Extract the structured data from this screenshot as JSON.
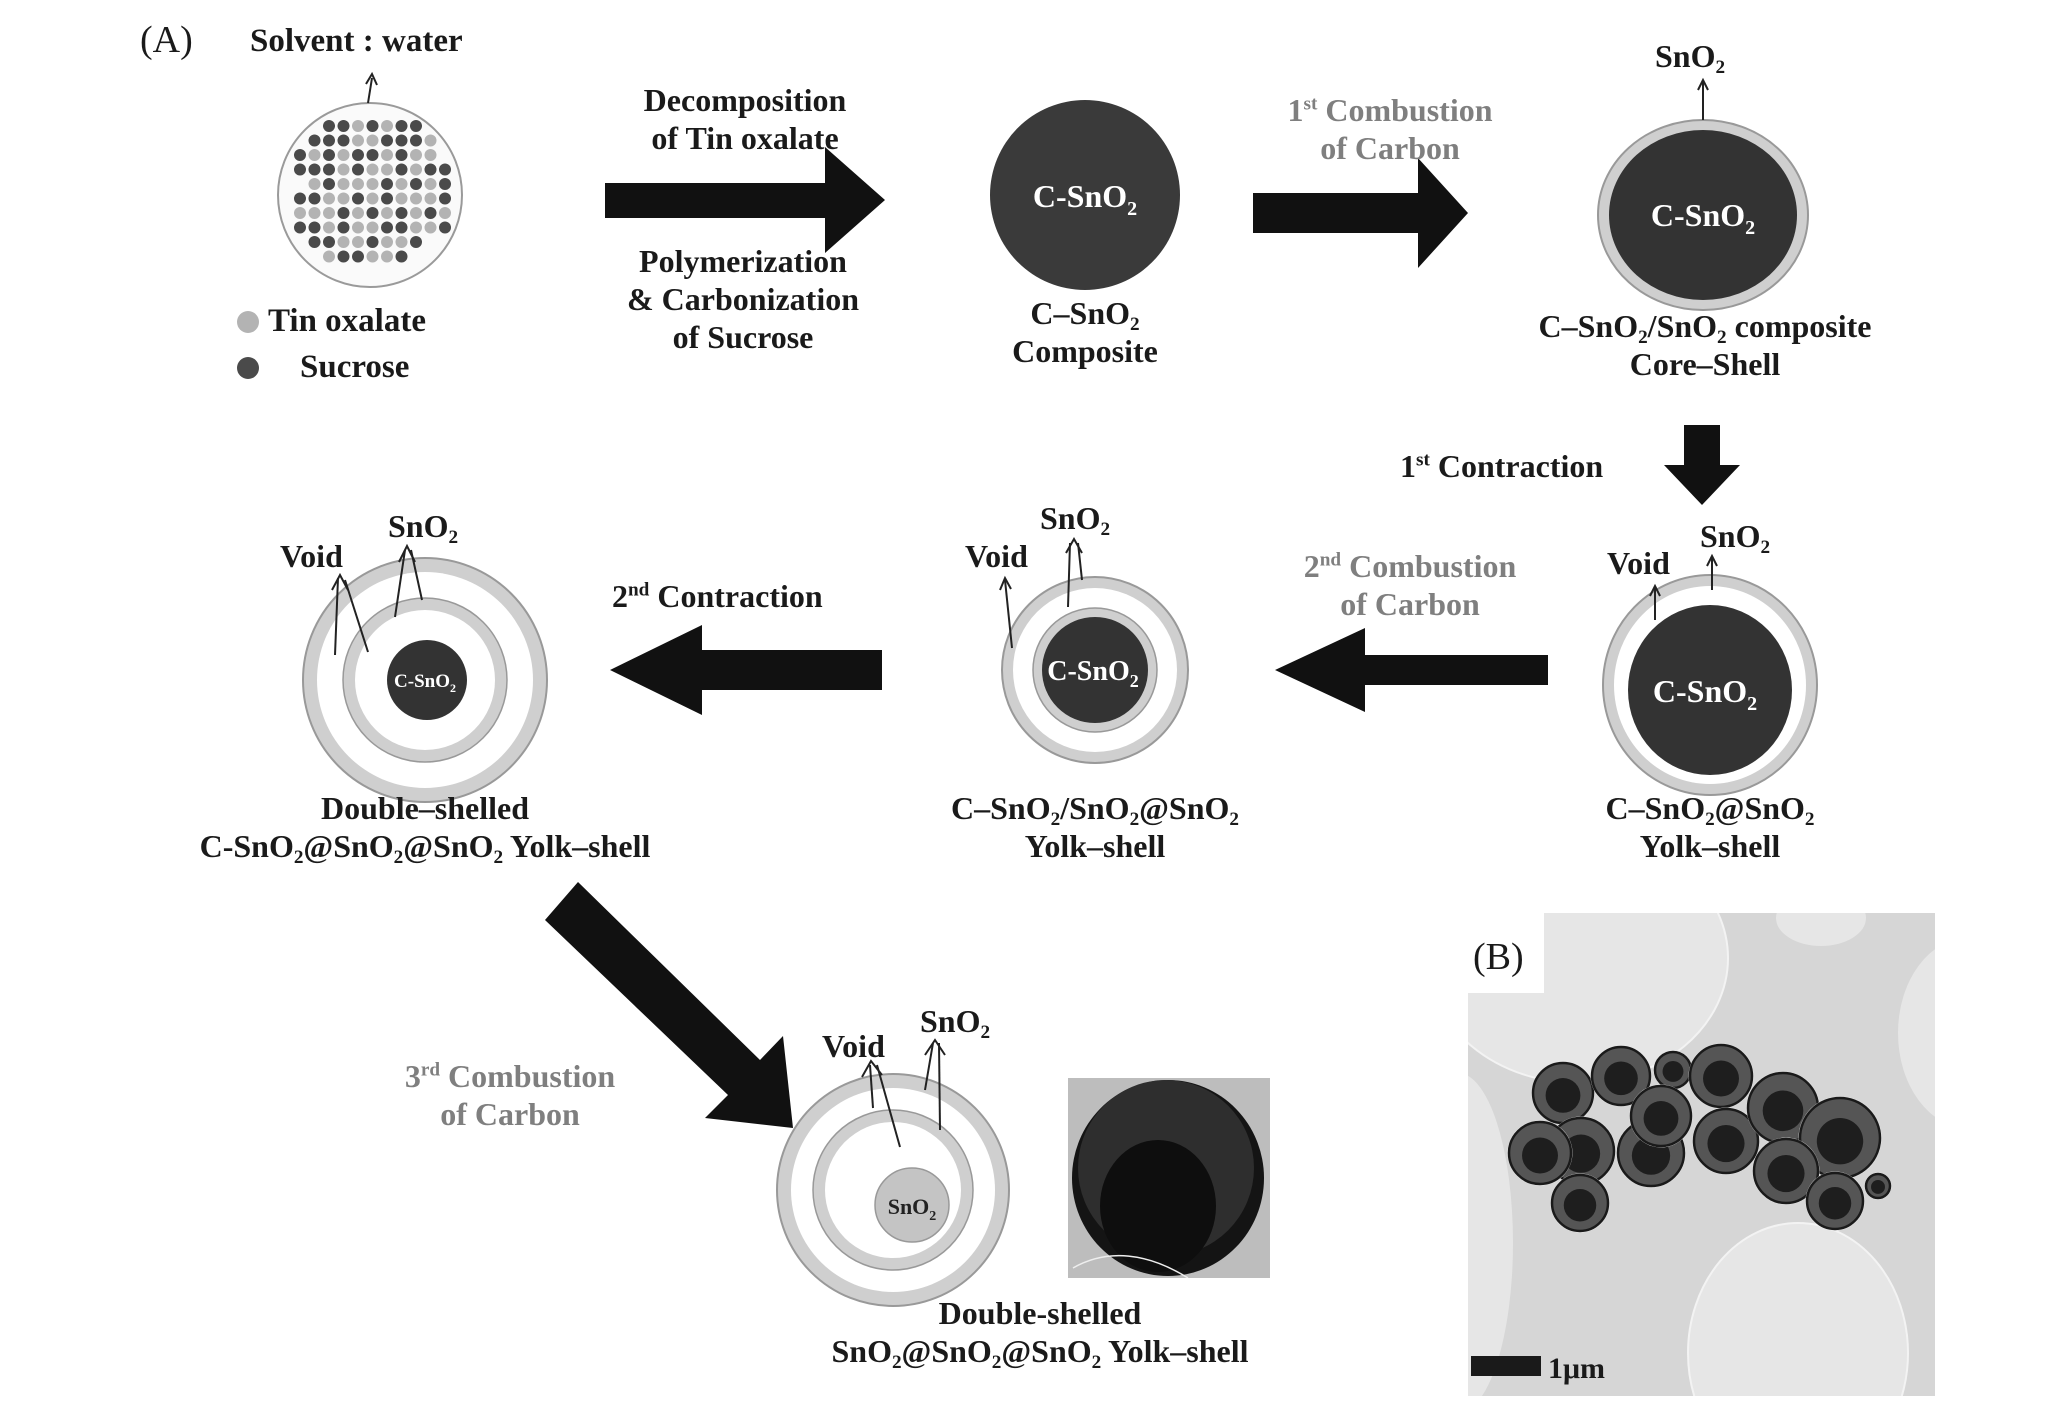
{
  "panels": {
    "a_tag": "(A)",
    "b_tag": "(B)"
  },
  "precursor": {
    "solvent_label": "Solvent : water",
    "legend": [
      {
        "label": "Tin oxalate",
        "color": "#b3b3b3"
      },
      {
        "label": "Sucrose",
        "color": "#4a4a4a"
      }
    ]
  },
  "steps": {
    "step1_top": [
      "Decomposition",
      "of Tin oxalate"
    ],
    "step1_bottom": [
      "Polymerization",
      "& Carbonization",
      "of Sucrose"
    ],
    "step2": {
      "ordinal": "1",
      "suffix": "st",
      "text": " Combustion",
      "line2": "of Carbon"
    },
    "step3": {
      "ordinal": "1",
      "suffix": "st",
      "text": " Contraction"
    },
    "step4": {
      "ordinal": "2",
      "suffix": "nd",
      "text": " Combustion",
      "line2": "of Carbon"
    },
    "step5": {
      "ordinal": "2",
      "suffix": "nd",
      "text": " Contraction"
    },
    "step6": {
      "ordinal": "3",
      "suffix": "rd",
      "text": " Combustion",
      "line2": "of Carbon"
    }
  },
  "particles": {
    "composite": {
      "inner": "C-SnO2",
      "name_line1": "C–SnO2",
      "name_line2": "Composite"
    },
    "core_shell": {
      "inner": "C-SnO2",
      "callout": "SnO2",
      "name_line1": "C–SnO2/SnO2 composite",
      "name_line2": "Core–Shell"
    },
    "yolk_shell": {
      "inner": "C-SnO2",
      "void": "Void",
      "callout": "SnO2",
      "name_line1": "C–SnO2@SnO2",
      "name_line2": "Yolk–shell"
    },
    "yolk_shell_2": {
      "inner": "C-SnO2",
      "void": "Void",
      "callout": "SnO2",
      "name_line1": "C–SnO2/SnO2@SnO2",
      "name_line2": "Yolk–shell"
    },
    "double_shell_c": {
      "inner": "C-SnO2",
      "void": "Void",
      "callout": "SnO2",
      "name_line1": "Double–shelled",
      "name_line2": "C-SnO2@SnO2@SnO2 Yolk–shell"
    },
    "double_shell_final": {
      "inner": "SnO2",
      "void": "Void",
      "callout": "SnO2",
      "name_line1": "Double-shelled",
      "name_line2": "SnO2@SnO2@SnO2 Yolk–shell"
    }
  },
  "tem": {
    "scale_bar": "1μm"
  },
  "colors": {
    "core_dark": "#3a3a3a",
    "shell_grey": "#c8c8c8",
    "arrow": "#111111",
    "grey_text": "#7f7f7f",
    "tem_bg": "#d6d6d6"
  }
}
